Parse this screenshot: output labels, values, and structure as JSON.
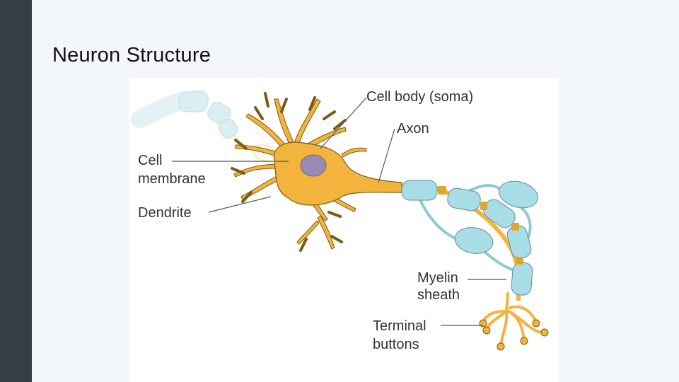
{
  "slide": {
    "title": "Neuron Structure"
  },
  "diagram": {
    "labels": {
      "cell_body": "Cell body (soma)",
      "axon": "Axon",
      "cell_membrane_line1": "Cell",
      "cell_membrane_line2": "membrane",
      "dendrite": "Dendrite",
      "myelin_line1": "Myelin",
      "myelin_line2": "sheath",
      "terminal_line1": "Terminal",
      "terminal_line2": "buttons"
    },
    "colors": {
      "neuron": "#f3b43e",
      "neuron_outline": "#7a5a14",
      "nucleus": "#9a8bb5",
      "myelin": "#a8dde6",
      "myelin_outline": "#5e8f99",
      "sidebar": "#353e46"
    }
  }
}
